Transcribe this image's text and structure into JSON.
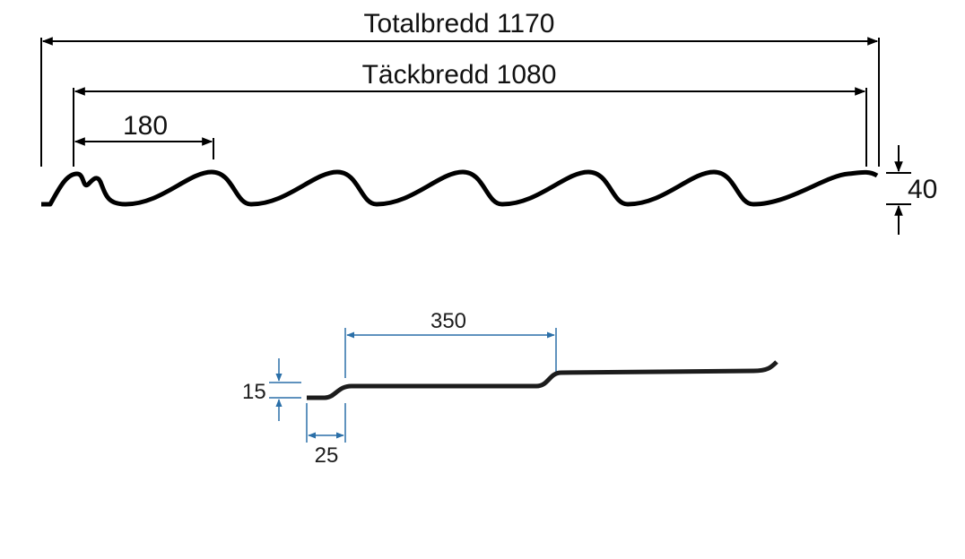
{
  "top_profile": {
    "total_width_label": "Totalbredd 1170",
    "cover_width_label": "Täckbredd 1080",
    "wave_pitch_label": "180",
    "height_label": "40"
  },
  "side_profile": {
    "step_length_label": "350",
    "step_height_label": "15",
    "overlap_label": "25"
  },
  "colors": {
    "profile_line": "#000000",
    "dimension_black": "#000000",
    "dimension_blue": "#2a6fa8"
  }
}
